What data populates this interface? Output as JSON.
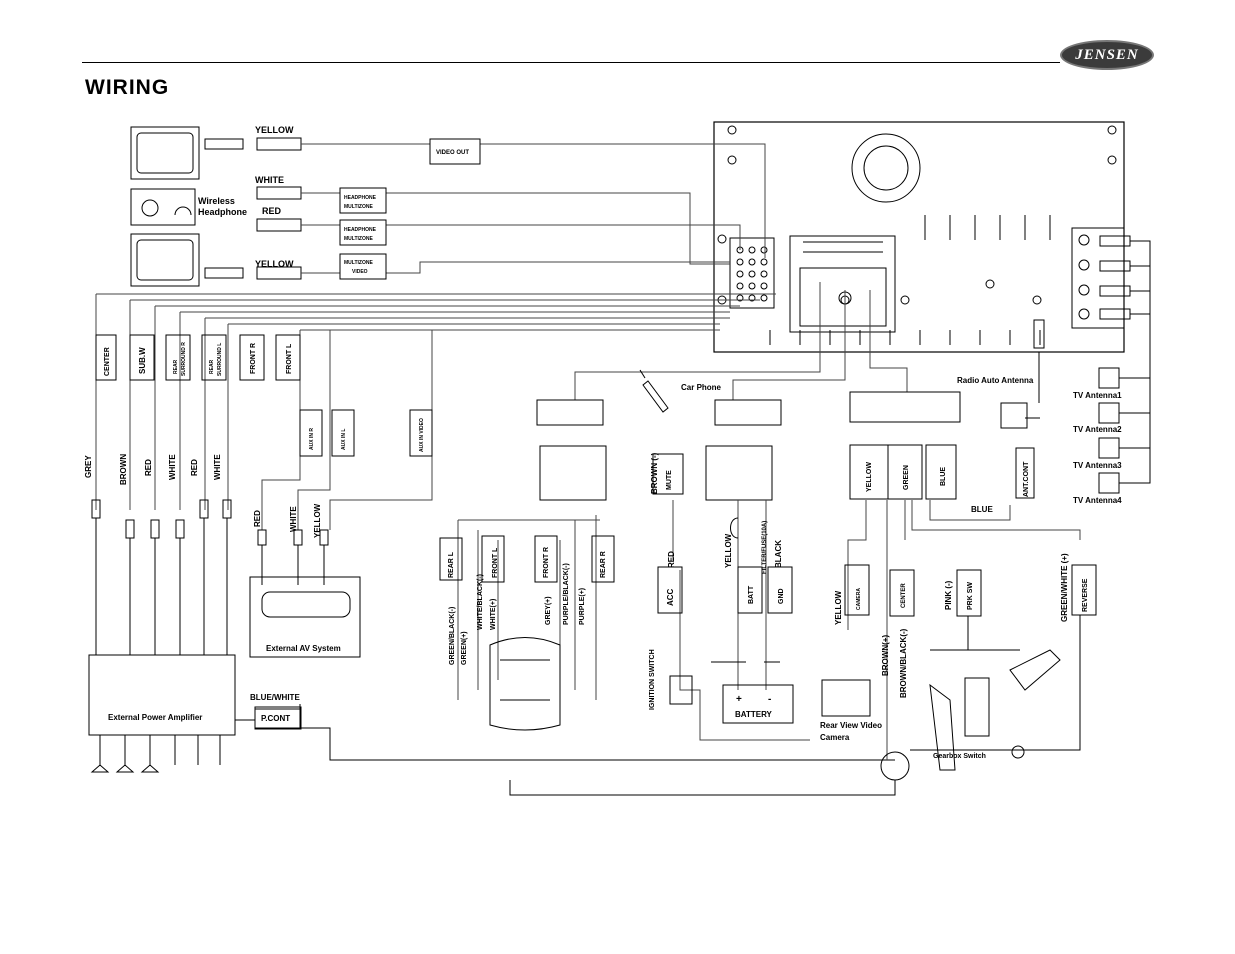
{
  "header": {
    "title": "WIRING",
    "logo": "JENSEN"
  },
  "sources": {
    "yellow_top": "YELLOW",
    "white": "WHITE",
    "red": "RED",
    "yellow_mid": "YELLOW",
    "wireless_headphone_1": "Wireless",
    "wireless_headphone_2": "Headphone"
  },
  "boxes": {
    "video_out": "VIDEO OUT",
    "headphone_mz_1a": "HEADPHONE",
    "headphone_mz_1b": "MULTIZONE",
    "headphone_mz_2a": "HEADPHONE",
    "headphone_mz_2b": "MULTIZONE",
    "multizone_video_a": "MULTIZONE",
    "multizone_video_b": "VIDEO",
    "center": "CENTER",
    "subw": "SUB.W",
    "rear_surround_r_a": "REAR",
    "rear_surround_r_b": "SURROUND  R",
    "rear_surround_l_a": "REAR",
    "rear_surround_l_b": "SURROUND  L",
    "front_r": "FRONT R",
    "front_l": "FRONT  L",
    "aux_in_r": "AUX IN R",
    "aux_in_l": "AUX IN L",
    "aux_in_video": "AUX IN VIDEO",
    "rear_l": "REAR L",
    "front_l2": "FRONT L",
    "front_r2": "FRONT R",
    "rear_r": "REAR R",
    "mute": "MUTE",
    "acc": "ACC",
    "batt": "BATT",
    "gnd": "GND",
    "yellow_box": "YELLOW",
    "green_box": "GREEN",
    "blue_box": "BLUE",
    "ant_cont": "ANT.CONT",
    "camera": "CAMERA",
    "center2": "CENTER",
    "prk_sw": "PRK SW",
    "reverse": "REVERSE",
    "p_cont": "P.CONT"
  },
  "wire_labels": {
    "grey": "GREY",
    "brown": "BROWN",
    "red1": "RED",
    "white1": "WHITE",
    "red2": "RED",
    "white2": "WHITE",
    "red3": "RED",
    "white3": "WHITE",
    "yellow3": "YELLOW",
    "green_black_neg": "GREEN/BLACK(-)",
    "green_pos": "GREEN(+)",
    "white_black_neg": "WHITE/BLACK(-)",
    "white_pos": "WHITE(+)",
    "grey_pos": "GREY(+)",
    "purple_black_neg": "PURPLE/BLACK(-)",
    "purple_pos": "PURPLE(+)",
    "brown_neg": "BROWN (-)",
    "red_acc": "RED",
    "yellow_batt": "YELLOW",
    "filter_fuse": "FILTER/FUSE(10A)",
    "black": "BLACK",
    "yellow_cam": "YELLOW",
    "brown_pos": "BROWN(+)",
    "brown_black_neg": "BROWN/BLACK(-)",
    "pink_neg": "PINK (-)",
    "green_white_pos": "GREEN/WHITE (+)",
    "blue": "BLUE",
    "blue_white": "BLUE/WHITE"
  },
  "labels": {
    "car_phone": "Car Phone",
    "radio_auto_antenna": "Radio Auto Antenna",
    "tv_antenna1": "TV Antenna1",
    "tv_antenna2": "TV Antenna2",
    "tv_antenna3": "TV Antenna3",
    "tv_antenna4": "TV Antenna4",
    "external_av_system": "External AV System",
    "external_power_amplifier": "External Power Amplifier",
    "ignition_switch": "IGNITION SWITCH",
    "battery": "BATTERY",
    "battery_plus": "+",
    "battery_minus": "-",
    "rear_view_camera_1": "Rear View Video",
    "rear_view_camera_2": "Camera",
    "gearbox_switch": "Gearbox Switch"
  },
  "colors": {
    "line": "#000000",
    "wire": "#444444"
  }
}
